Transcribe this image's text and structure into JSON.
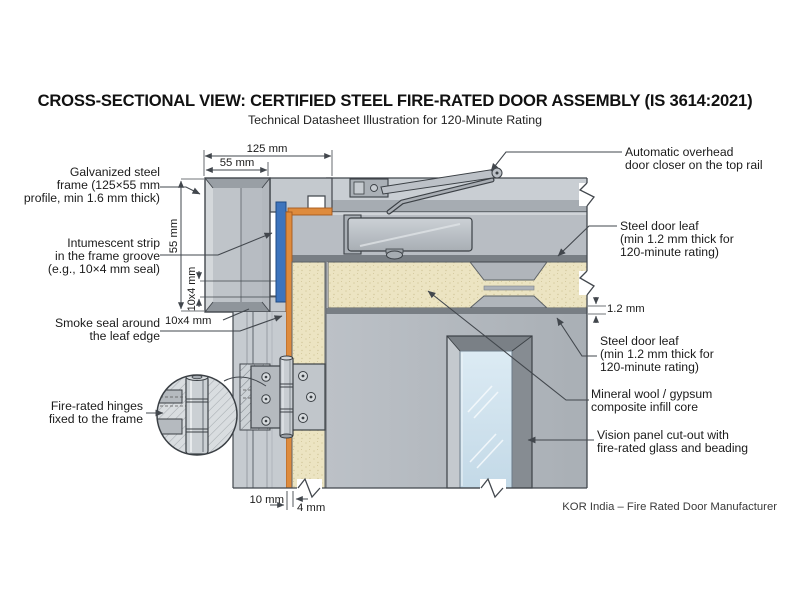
{
  "page": {
    "title": "CROSS-SECTIONAL VIEW: CERTIFIED STEEL FIRE-RATED DOOR ASSEMBLY (IS 3614:2021)",
    "subtitle": "Technical Datasheet Illustration for 120-Minute Rating",
    "attribution": "KOR India – Fire Rated Door Manufacturer"
  },
  "callouts": {
    "galvanized_frame": {
      "line1": "Galvanized steel",
      "line2": "frame (125×55 mm",
      "line3": "profile, min 1.6 mm thick)"
    },
    "intumescent_strip": {
      "line1": "Intumescent strip",
      "line2": "in the frame groove",
      "line3": "(e.g., 10×4 mm seal)"
    },
    "smoke_seal": {
      "line1": "Smoke seal around",
      "line2": "the leaf edge"
    },
    "fire_rated_hinges": {
      "line1": "Fire-rated hinges",
      "line2": "fixed to the frame"
    },
    "door_closer": {
      "line1": "Automatic overhead",
      "line2": "door closer on the top rail"
    },
    "steel_door_leaf_top": {
      "line1": "Steel door leaf",
      "line2": "(min 1.2 mm thick for",
      "line3": "120-minute rating)"
    },
    "steel_door_leaf_bottom": {
      "line1": "Steel door leaf",
      "line2": "(min 1.2 mm thick for",
      "line3": "120-minute rating)"
    },
    "infill_core": {
      "line1": "Mineral wool / gypsum",
      "line2": "composite infill core"
    },
    "vision_panel": {
      "line1": "Vision panel cut-out with",
      "line2": "fire-rated glass and beading"
    }
  },
  "dimensions": {
    "frame_width": "125 mm",
    "frame_face": "55 mm",
    "frame_depth": "55 mm",
    "groove_left": "10x4 mm",
    "groove_bottom": "10x4 mm",
    "leaf_thickness": "1.2 mm",
    "edge_gap": "10 mm",
    "seal_width": "4 mm"
  },
  "colors": {
    "seal_orange": "#de8b3d",
    "intumescent_blue": "#3d74bd",
    "core_tan": "#ece4c2",
    "steel_gray": "#b8bdc3",
    "glass_blue": "#d7e6f0"
  }
}
